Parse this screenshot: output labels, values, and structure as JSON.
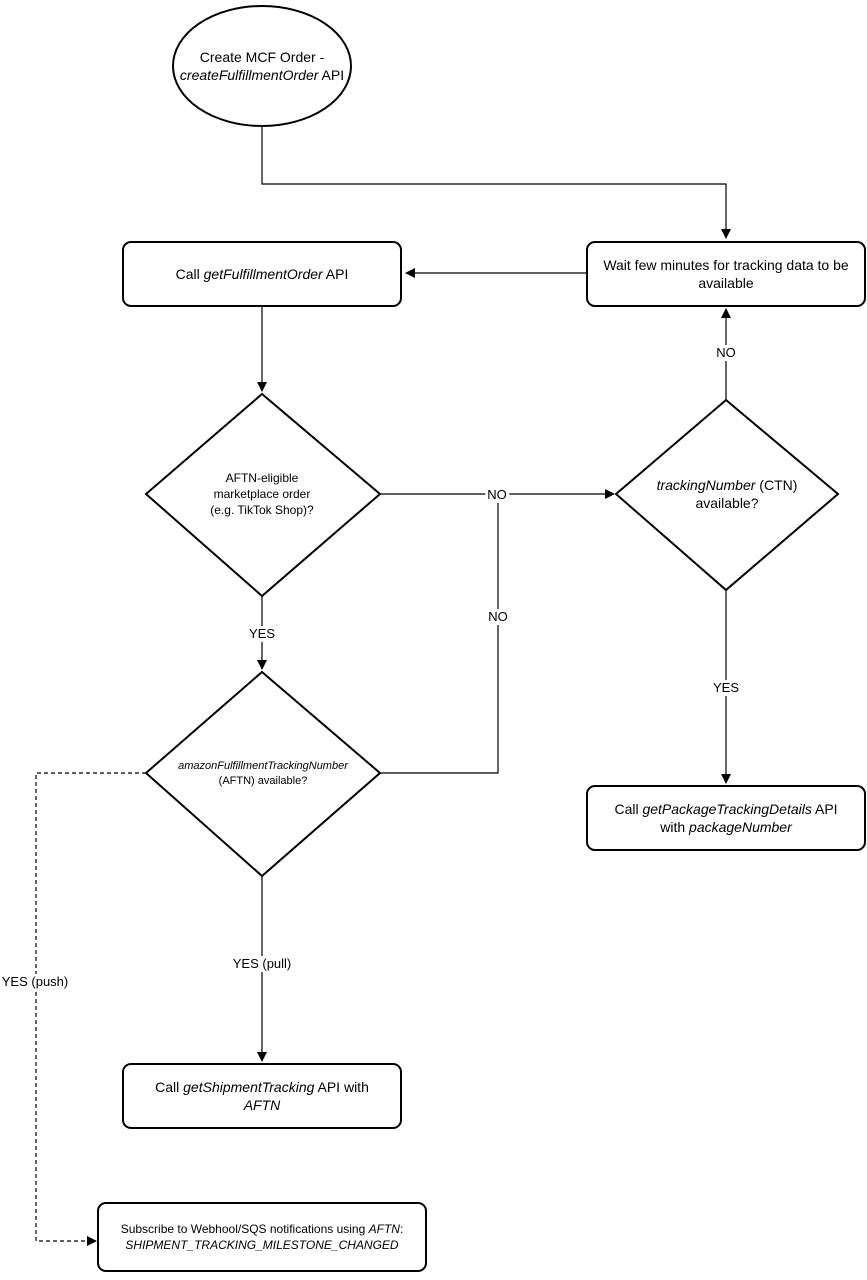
{
  "nodes": {
    "create_order": {
      "line1": "Create MCF Order  -",
      "line2_italic": "createFulfillmentOrder",
      "line2_plain": " API"
    },
    "get_order": {
      "prefix": "Call ",
      "italic": "getFulfillmentOrder",
      "suffix": " API"
    },
    "wait": {
      "line1": "Wait few minutes for tracking data to be",
      "line2": "available"
    },
    "aftn_eligible": {
      "line1": "AFTN-eligible",
      "line2": "marketplace order",
      "line3": "(e.g. TikTok Shop)?"
    },
    "tracking_number": {
      "italic": "trackingNumber",
      "suffix": " (CTN)",
      "line2": "available?"
    },
    "aftn_available": {
      "italic": "amazonFulfillmentTrackingNumber",
      "line2": "(AFTN) available?"
    },
    "package_tracking": {
      "prefix": "Call ",
      "italic": "getPackageTrackingDetails",
      "suffix": " API",
      "line2_prefix": "with ",
      "line2_italic": "packageNumber"
    },
    "shipment_tracking": {
      "prefix": "Call ",
      "italic": "getShipmentTracking",
      "suffix": " API with",
      "line2_italic": "AFTN"
    },
    "subscribe": {
      "prefix": "Subscribe to Webhool/SQS notifications using ",
      "italic": "AFTN",
      "suffix": ":",
      "line2_italic": "SHIPMENT_TRACKING_MILESTONE_CHANGED"
    }
  },
  "edge_labels": {
    "no_eligible": "NO",
    "no_aftn": "NO",
    "no_tracking": "NO",
    "yes_eligible": "YES",
    "yes_tracking": "YES",
    "yes_pull": "YES (pull)",
    "yes_push": "YES (push)"
  }
}
